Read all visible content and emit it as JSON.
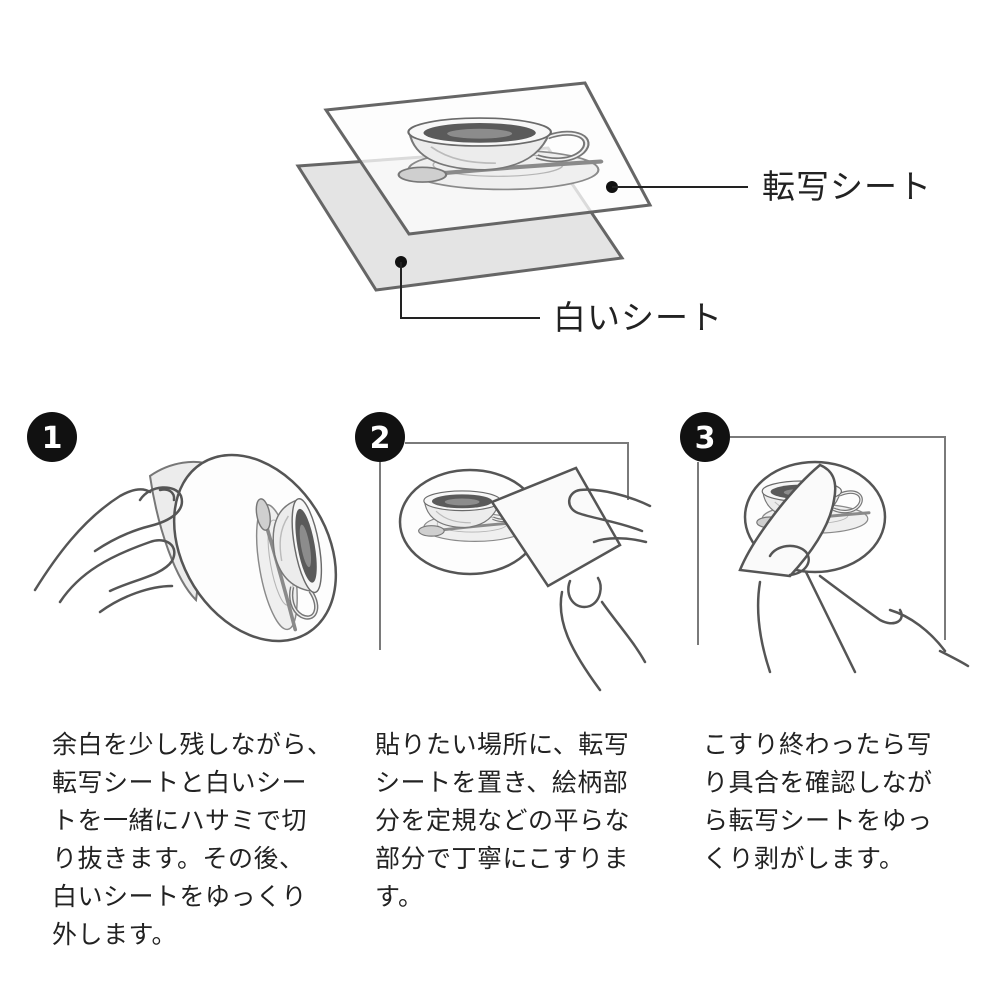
{
  "diagram": {
    "labels": {
      "transfer_sheet": "転写シート",
      "white_sheet": "白いシート"
    }
  },
  "steps": [
    {
      "number": "1",
      "lines": [
        "余白を少し残しながら、",
        "転写シートと白いシー",
        "トを一緒にハサミで切",
        "り抜きます。その後、",
        "白いシートをゆっくり",
        "外します。"
      ]
    },
    {
      "number": "2",
      "lines": [
        "貼りたい場所に、転写",
        "シートを置き、絵柄部",
        "分を定規などの平らな",
        "部分で丁寧にこすりま",
        "す。"
      ]
    },
    {
      "number": "3",
      "lines": [
        "こすり終わったら写",
        "り具合を確認しなが",
        "ら転写シートをゆっ",
        "くり剥がします。"
      ]
    }
  ],
  "colors": {
    "ink": "#222222",
    "sheet_outline": "#666666",
    "white_sheet_fill": "#e4e4e4",
    "frame_line": "#7a7a7a",
    "number_badge": "#111111"
  }
}
